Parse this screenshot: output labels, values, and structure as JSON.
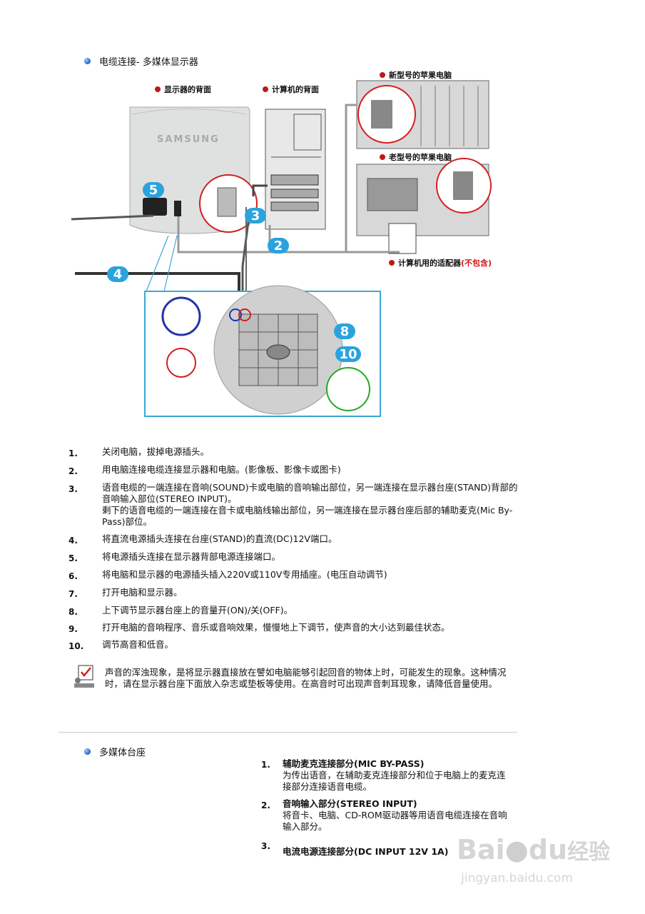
{
  "header": {
    "title": "电缆连接- 多媒体显示器"
  },
  "diagram": {
    "label_monitor_back": "显示器的背面",
    "label_computer_back": "计算机的背面",
    "label_new_mac": "新型号的苹果电脑",
    "label_old_mac": "老型号的苹果电脑",
    "label_adapter": "计算机用的适配器",
    "label_adapter_note": "(不包含)",
    "brand": "SAMSUNG",
    "callouts": [
      "5",
      "3",
      "2",
      "4",
      "8",
      "10"
    ]
  },
  "steps": [
    {
      "num": "1.",
      "text": "关闭电脑，拔掉电源插头。"
    },
    {
      "num": "2.",
      "text": "用电脑连接电缆连接显示器和电脑。(影像板、影像卡或图卡)"
    },
    {
      "num": "3.",
      "text": "语音电缆的一端连接在音响(SOUND)卡或电脑的音响输出部位，另一端连接在显示器台座(STAND)背部的音响输入部位(STEREO INPUT)。",
      "text2": "剩下的语音电缆的一端连接在音卡或电脑线输出部位，另一端连接在显示器台座后部的辅助麦克(Mic By-Pass)部位。"
    },
    {
      "num": "4.",
      "text": "将直流电源插头连接在台座(STAND)的直流(DC)12V端口。"
    },
    {
      "num": "5.",
      "text": "将电源插头连接在显示器背部电源连接端口。"
    },
    {
      "num": "6.",
      "text": "将电脑和显示器的电源插头插入220V或110V专用插座。(电压自动调节)"
    },
    {
      "num": "7.",
      "text": "打开电脑和显示器。"
    },
    {
      "num": "8.",
      "text": "上下调节显示器台座上的音量开(ON)/关(OFF)。"
    },
    {
      "num": "9.",
      "text": "打开电脑的音响程序、音乐或音响效果，慢慢地上下调节，使声音的大小达到最佳状态。"
    },
    {
      "num": "10.",
      "text": "调节高音和低音。"
    }
  ],
  "note": {
    "text": "声音的浑浊现象，是将显示器直接放在譬如电脑能够引起回音的物体上时，可能发生的现象。这种情况时，请在显示器台座下面放入杂志或垫板等使用。在高音时可出现声音刺耳现象，请降低音量使用。"
  },
  "multimedia_stand": {
    "title": "多媒体台座",
    "items": [
      {
        "num": "1.",
        "title": "辅助麦克连接部分(MIC BY-PASS)",
        "desc": "为传出语音，在辅助麦克连接部分和位于电脑上的麦克连接部分连接语音电缆。"
      },
      {
        "num": "2.",
        "title": "音响输入部分(STEREO INPUT)",
        "desc": "将音卡、电脑、CD-ROM驱动器等用语音电缆连接在音响输入部分。"
      },
      {
        "num": "3.",
        "title": "电流电源连接部分(DC INPUT 12V 1A)",
        "desc": ""
      }
    ]
  },
  "watermark": {
    "logo": "Bai",
    "logo2": "du",
    "logo3": "经验",
    "url": "jingyan.baidu.com"
  },
  "colors": {
    "callout": "#2aa3dd",
    "accent_red": "#c01818",
    "frame": "#3aa8d8"
  }
}
